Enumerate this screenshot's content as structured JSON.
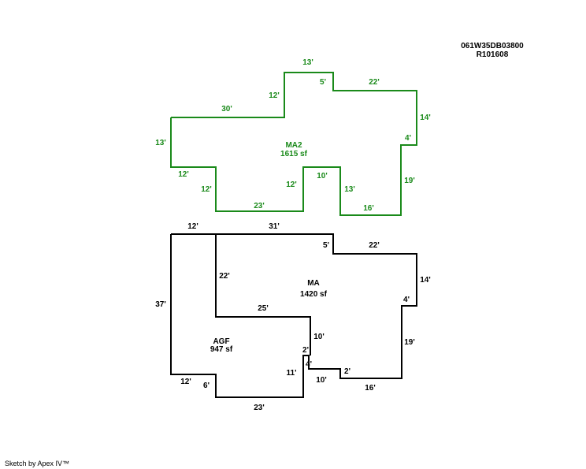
{
  "header": {
    "parcel_id": "061W35DB03800",
    "record_id": "R101608"
  },
  "colors": {
    "upper_floor": "#1a8a1a",
    "lower_floor": "#000000"
  },
  "upper_floor": {
    "area_code": "MA2",
    "area_size": "1615 sf",
    "dims": {
      "top_left": "30'",
      "left": "13'",
      "tower_left": "12'",
      "tower_top": "13'",
      "tower_right": "5'",
      "top_right": "22'",
      "right_upper": "14'",
      "right_step": "4'",
      "right_lower": "19'",
      "bottom_right": "16'",
      "notch_right": "13'",
      "notch_top": "10'",
      "notch_left": "12'",
      "bottom_left": "23'",
      "left_lower": "12'",
      "step_left": "12'"
    }
  },
  "lower_floor": {
    "main_code": "MA",
    "main_size": "1420 sf",
    "garage_code": "AGF",
    "garage_size": "947 sf",
    "dims": {
      "top_left": "12'",
      "top_mid": "31'",
      "jog": "5'",
      "top_right": "22'",
      "right_upper": "14'",
      "right_step": "4'",
      "right_lower": "19'",
      "bottom_right": "16'",
      "small_step": "2'",
      "bottom_mid": "10'",
      "step_a": "4'",
      "step_b": "2'",
      "interior_vert": "22'",
      "interior_horiz": "25'",
      "interior_right": "10'",
      "garage_right": "11'",
      "bottom_garage": "23'",
      "garage_step": "6'",
      "bottom_left": "12'",
      "left": "37'"
    }
  },
  "footer": {
    "credit": "Sketch by Apex IV™"
  }
}
